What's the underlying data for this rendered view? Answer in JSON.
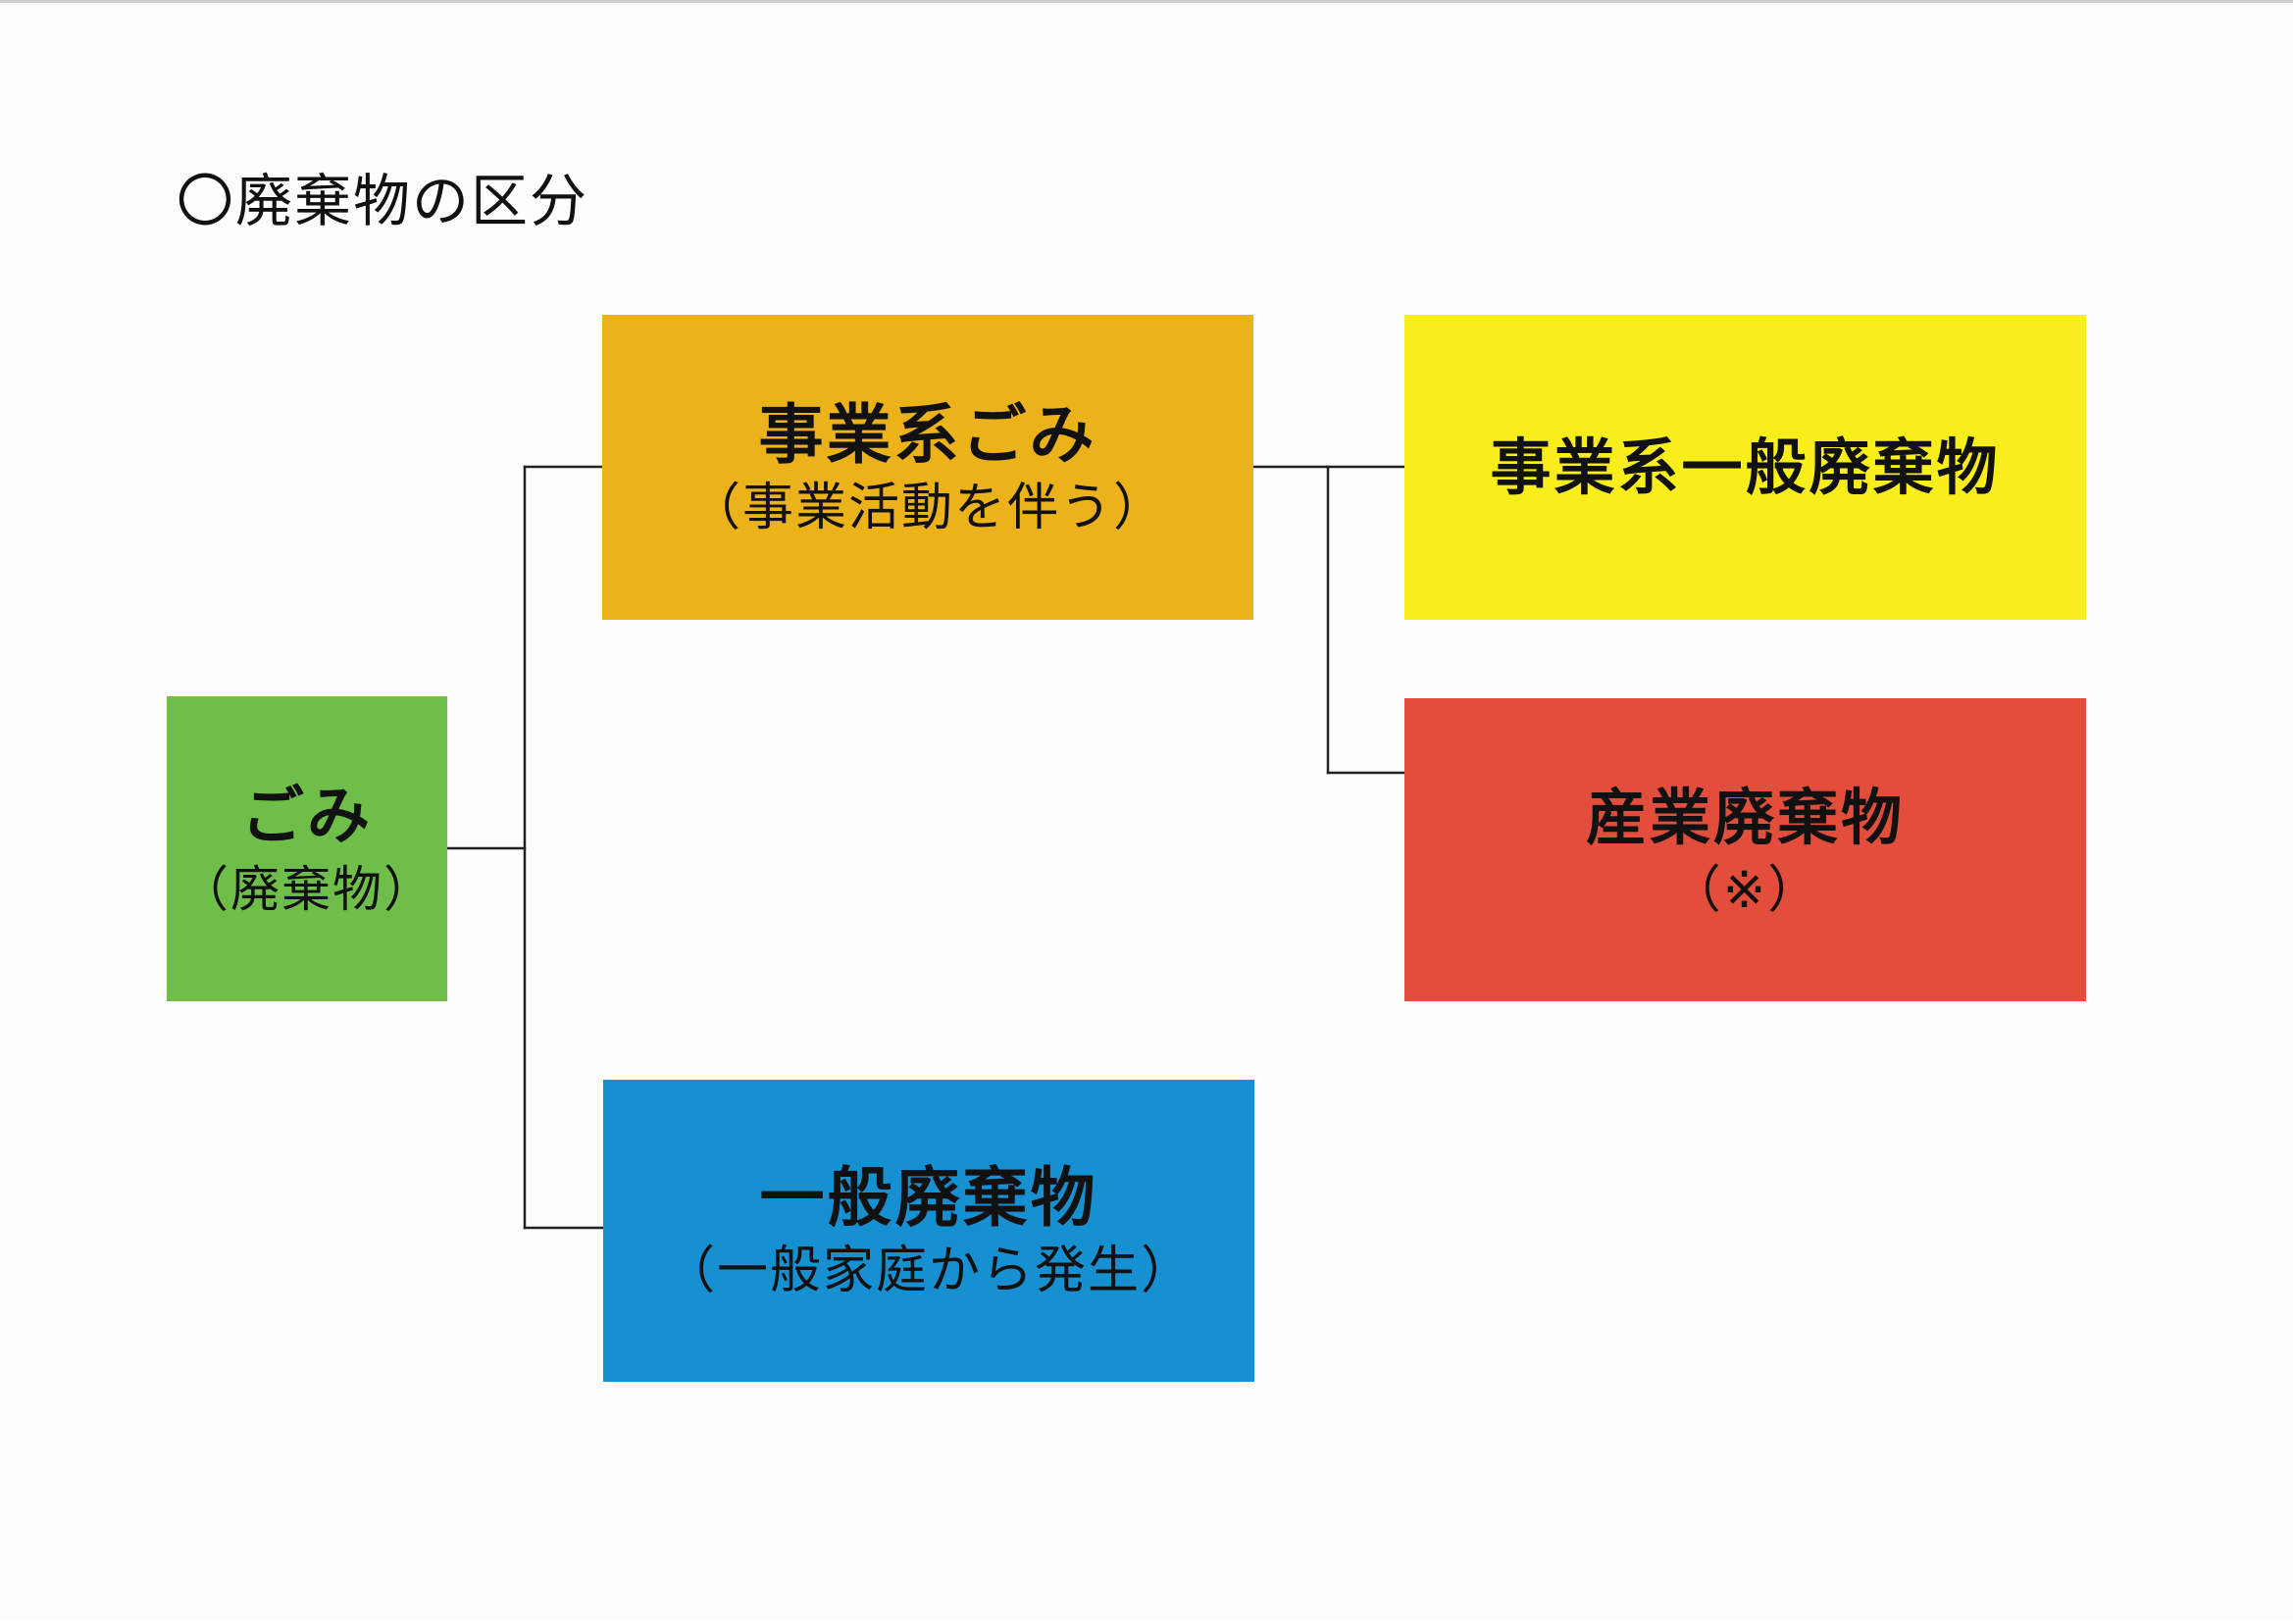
{
  "title": "〇廃棄物の区分",
  "colors": {
    "gomi": "#6fbe4a",
    "jigyo_gomi": "#ebb21a",
    "ippan": "#1790d2",
    "jigyo_ippan": "#f7ee1c",
    "sangyo": "#e24d3c",
    "connector": "#222222"
  },
  "nodes": {
    "gomi": {
      "main": "ごみ",
      "sub": "（廃棄物）"
    },
    "jigyo_gomi": {
      "main": "事業系ごみ",
      "sub": "（事業活動を伴う）"
    },
    "ippan": {
      "main": "一般廃棄物",
      "sub": "（一般家庭から発生）"
    },
    "jigyo_ippan": {
      "main": "事業系一般廃棄物"
    },
    "sangyo": {
      "main": "産業廃棄物",
      "sub": "（※）"
    }
  },
  "edges": [
    {
      "from": "gomi",
      "to": "jigyo_gomi"
    },
    {
      "from": "gomi",
      "to": "ippan"
    },
    {
      "from": "jigyo_gomi",
      "to": "jigyo_ippan"
    },
    {
      "from": "jigyo_gomi",
      "to": "sangyo"
    }
  ]
}
